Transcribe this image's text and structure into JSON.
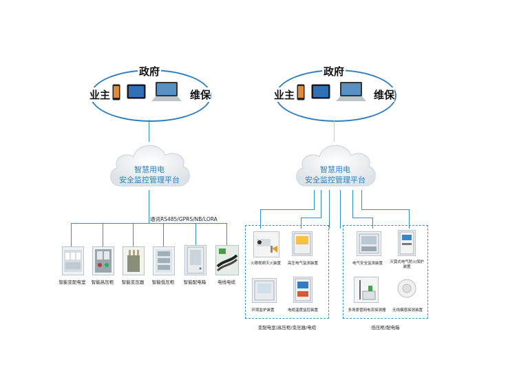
{
  "left": {
    "top": "政府",
    "left": "业主",
    "right": "维保",
    "cloud_line1": "智慧用电",
    "cloud_line2": "安全监控管理平台",
    "bus_label": "通讯RS485/GPRS/NB/LORA",
    "devices": [
      {
        "label": "智能变配电室",
        "icon": "switchgear-room-icon"
      },
      {
        "label": "智能高压柜",
        "icon": "high-voltage-cabinet-icon"
      },
      {
        "label": "智能变压器",
        "icon": "transformer-icon"
      },
      {
        "label": "智能低压柜",
        "icon": "low-voltage-cabinet-icon"
      },
      {
        "label": "智能配电箱",
        "icon": "distribution-box-icon"
      },
      {
        "label": "电线电缆",
        "icon": "cable-icon"
      }
    ]
  },
  "right": {
    "top": "政府",
    "left": "业主",
    "right": "维保",
    "cloud_line1": "智慧用电",
    "cloud_line2": "安全监控管理平台",
    "group1": {
      "caption": "变配电室/高压柜/变压器/电缆",
      "items": [
        {
          "label": "火眼视频灭火装置",
          "icon": "camera-icon"
        },
        {
          "label": "高压电气监测装置",
          "icon": "hv-monitor-icon"
        },
        {
          "label": "环境监护装置",
          "icon": "env-monitor-icon"
        },
        {
          "label": "电缆温度监控装置",
          "icon": "cable-temp-icon"
        }
      ]
    },
    "group2": {
      "caption": "低压柜/配电箱",
      "items": [
        {
          "label": "电气安全监测装置",
          "icon": "safety-monitor-icon"
        },
        {
          "label": "灭弧式电气防火保护装置",
          "icon": "arc-protection-icon"
        },
        {
          "label": "多场景管网电流探测器",
          "icon": "current-detector-icon"
        },
        {
          "label": "无线烟感探测装置",
          "icon": "smoke-detector-icon"
        }
      ]
    }
  }
}
